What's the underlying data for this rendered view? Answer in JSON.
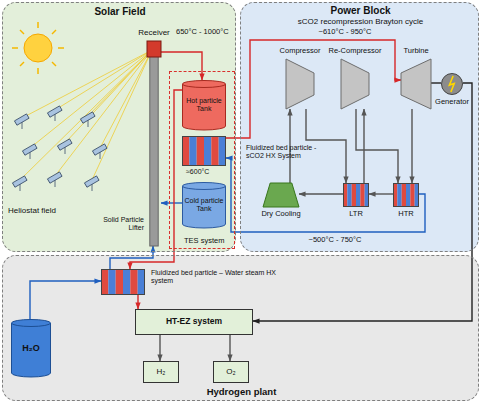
{
  "diagram": {
    "nodes": [
      {
        "text": [
          "Solar Field"
        ]
      },
      {
        "text": [
          "Receiver"
        ],
        "in": 0
      },
      {
        "text": [
          "TES system"
        ],
        "in": 0
      },
      {
        "text": [
          "Hot particle Tank"
        ],
        "in": 2
      },
      {
        "text": [
          "Fluidized bed particle - sCO2 HX System"
        ],
        "in": 2
      },
      {
        "text": [
          "Cold particle Tank"
        ],
        "in": 2
      },
      {
        "text": [
          "Power Block",
          "sCO2 recompression Brayton cycle"
        ]
      },
      {
        "text": [
          "Compressor"
        ],
        "in": 6
      },
      {
        "text": [
          "Re-Compressor"
        ],
        "in": 6
      },
      {
        "text": [
          "Turbine"
        ],
        "in": 6
      },
      {
        "text": [
          "Generator"
        ],
        "in": 6
      },
      {
        "text": [
          "Dry Cooling"
        ],
        "in": 6
      },
      {
        "text": [
          "LTR"
        ],
        "in": 6
      },
      {
        "text": [
          "HTR"
        ],
        "in": 6
      },
      {
        "text": [
          "Hydrogen plant"
        ]
      },
      {
        "text": [
          "Fluidized bed particle – Water steam HX system"
        ],
        "in": 14
      },
      {
        "text": [
          "HT-EZ system"
        ],
        "in": 14
      },
      {
        "text": [
          "H₂O"
        ],
        "in": 14
      },
      {
        "text": [
          "H₂"
        ],
        "in": 14
      },
      {
        "text": [
          "O₂"
        ],
        "in": 14
      }
    ],
    "edges": [
      {
        "from": 1,
        "to": 3,
        "arrow": "to"
      },
      {
        "from": 5,
        "to": 1,
        "arrow": "to"
      },
      {
        "from": 3,
        "to": 15,
        "arrow": "to"
      },
      {
        "from": 15,
        "to": 1,
        "arrow": "to"
      },
      {
        "from": 4,
        "to": 9,
        "arrow": "to"
      },
      {
        "from": 9,
        "to": 10,
        "arrow": "none"
      },
      {
        "from": 10,
        "to": 16,
        "arrow": "to"
      },
      {
        "from": 9,
        "to": 13,
        "arrow": "to"
      },
      {
        "from": 13,
        "to": 12,
        "arrow": "to"
      },
      {
        "from": 12,
        "to": 11,
        "arrow": "to"
      },
      {
        "from": 11,
        "to": 7,
        "arrow": "to"
      },
      {
        "from": 7,
        "to": 12,
        "arrow": "to"
      },
      {
        "from": 12,
        "to": 8,
        "arrow": "to"
      },
      {
        "from": 8,
        "to": 13,
        "arrow": "to"
      },
      {
        "from": 13,
        "to": 4,
        "arrow": "to"
      },
      {
        "from": 17,
        "to": 15,
        "arrow": "to"
      },
      {
        "from": 15,
        "to": 16,
        "arrow": "to"
      },
      {
        "from": 16,
        "to": 18,
        "arrow": "to"
      },
      {
        "from": 16,
        "to": 19,
        "arrow": "to"
      }
    ],
    "labels": [
      "650°C - 1000°C",
      "Heliostat field",
      "Solid Particle Lifter",
      "≈600°C",
      "~610°C - 950°C",
      "~500°C - 750°C"
    ]
  }
}
